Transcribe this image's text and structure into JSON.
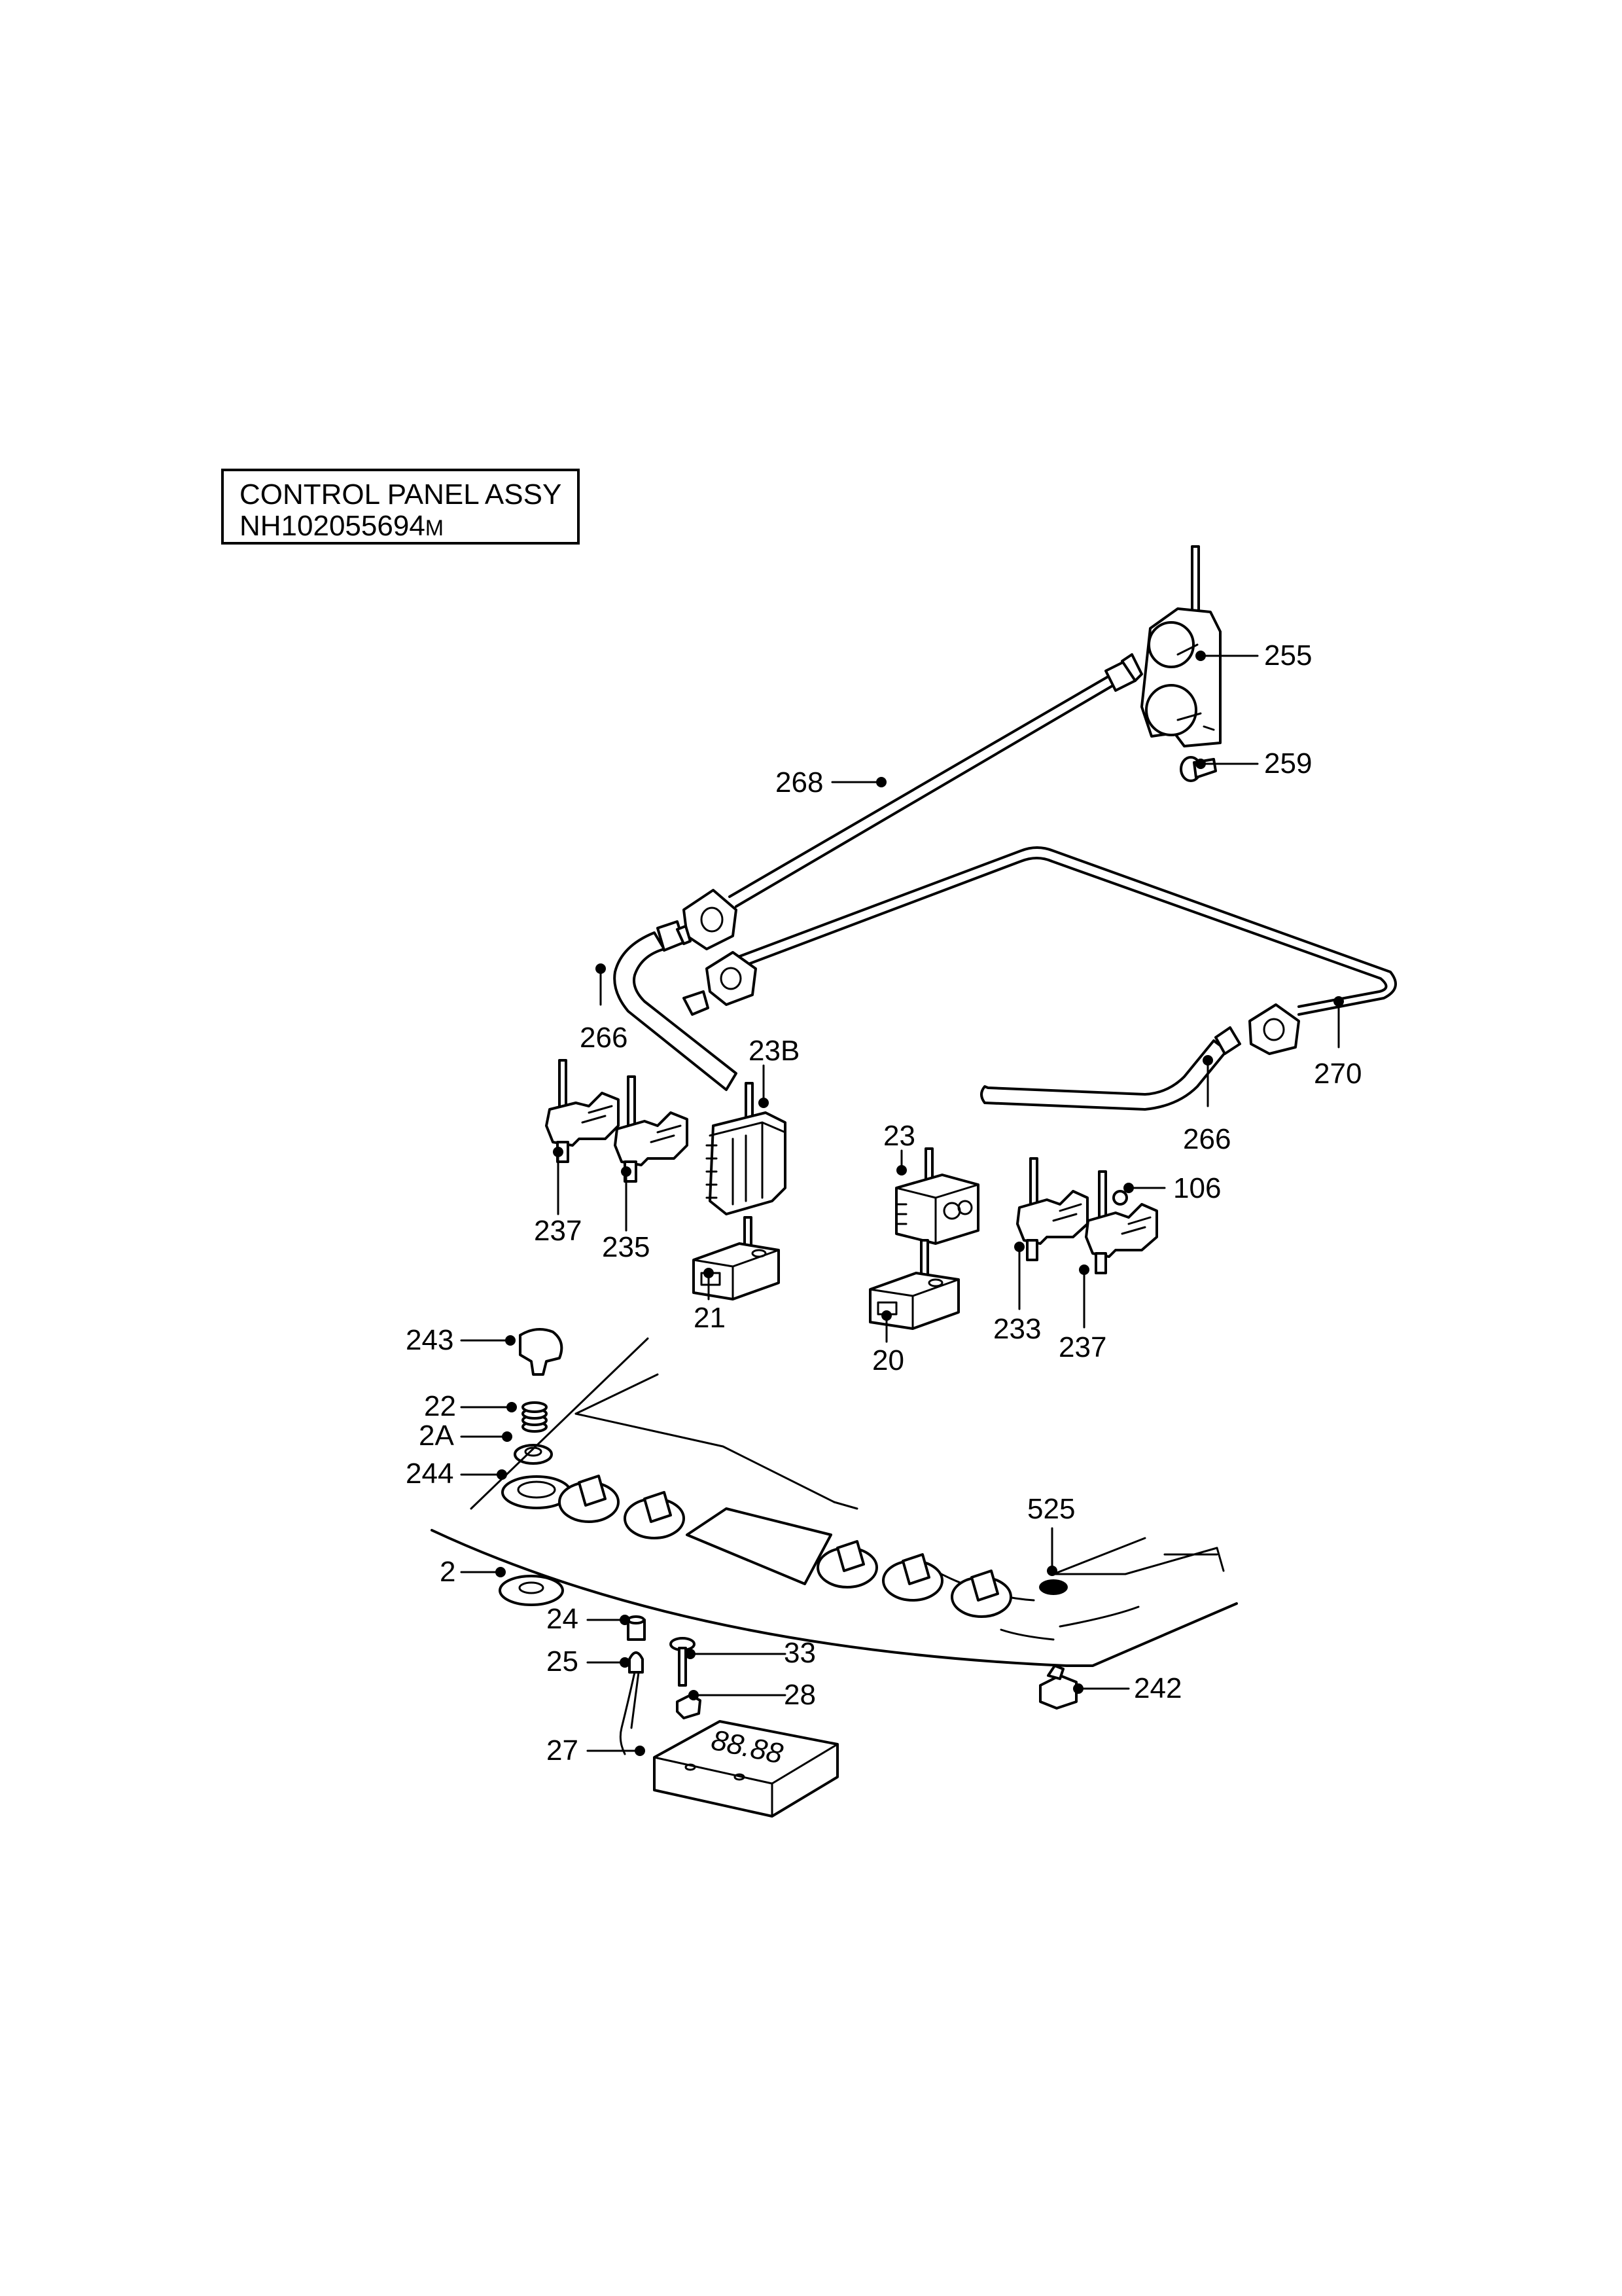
{
  "title": {
    "line1": "CONTROL PANEL ASSY",
    "line2_main": "NH102055694",
    "line2_suffix": "M"
  },
  "display_readout": "88.88",
  "callouts": [
    "255",
    "259",
    "268",
    "266",
    "23B",
    "270",
    "266",
    "23",
    "106",
    "237",
    "235",
    "21",
    "20",
    "233",
    "237",
    "243",
    "22",
    "2A",
    "244",
    "525",
    "2",
    "24",
    "33",
    "25",
    "28",
    "242",
    "27"
  ]
}
